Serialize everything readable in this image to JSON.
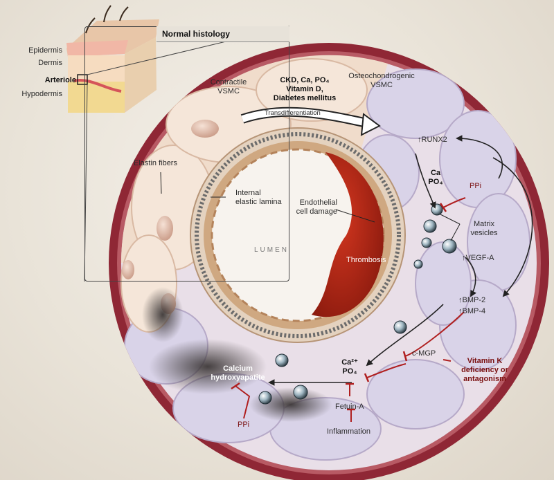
{
  "inset": {
    "title": "Normal histology",
    "skin_layers": [
      "Epidermis",
      "Dermis",
      "Arteriole",
      "Hypodermis"
    ]
  },
  "labels": {
    "contractile_vsmc": "Contractile\nVSMC",
    "risk_factors": "CKD, Ca, PO₄\nVitamin D,\nDiabetes mellitus",
    "transdifferentiation": "Transdifferentiation",
    "osteochondrogenic_vsmc": "Osteochondrogenic\nVSMC",
    "runx2": "↑RUNX2",
    "elastin_fibers": "Elastin fibers",
    "internal_elastic_lamina": "Internal\nelastic lamina",
    "ca_po4_top": "Ca\nPO₄",
    "ppi_top": "PPi",
    "endothelial_damage": "Endothelial\ncell damage",
    "matrix_vesicles": "Matrix\nvesicles",
    "lumen": "LUMEN",
    "thrombosis": "Thrombosis",
    "vegf_a": "↑VEGF-A",
    "bmp2": "↑BMP-2",
    "bmp4": "↑BMP-4",
    "ca2_po4_bottom": "Ca²⁺\nPO₄",
    "c_mgp": "c-MGP",
    "vitamin_k": "Vitamin K\ndeficiency or\nantagonism",
    "calcium_hydroxyapatite": "Calcium\nhydroxyapatite",
    "ppi_bottom": "PPi",
    "fetuin_a": "Fetuin-A",
    "inflammation": "Inflammation"
  },
  "colors": {
    "adventitia": "#8f2735",
    "media": "#f1e1d4",
    "osteo_media": "#ddd6e8",
    "lamina": "#c9ab8a",
    "thrombus": "#b52414",
    "inhibition": "#b01f1f"
  }
}
